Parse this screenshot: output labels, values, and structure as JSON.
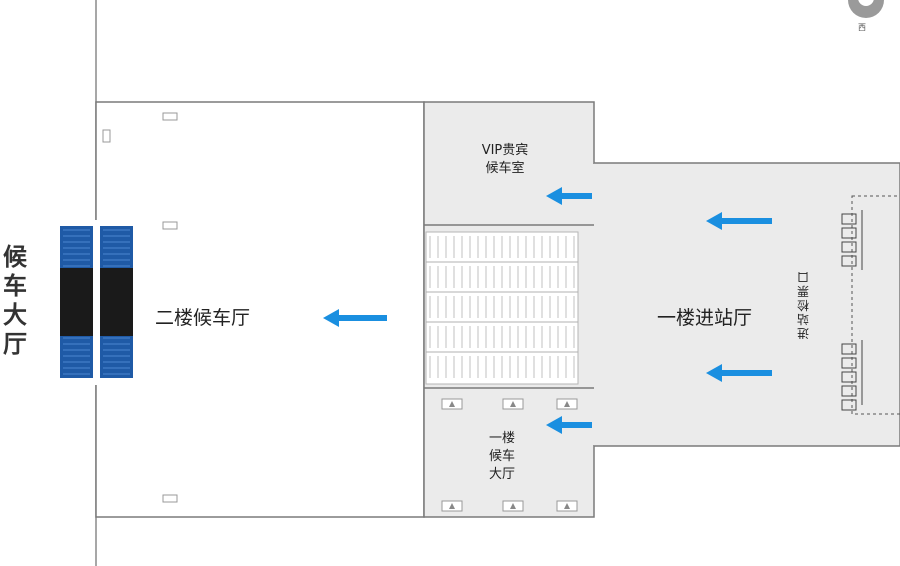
{
  "labels": {
    "side_title": "候\n车\n大\n厅",
    "second_floor_hall": "二楼候车厅",
    "vip_room": "VIP贵宾\n候车室",
    "first_floor_hall": "一楼\n候车\n大厅",
    "entry_hall": "一楼进站厅",
    "entrance": "进站检票口",
    "compass_dir": "西"
  },
  "colors": {
    "arrow": "#1a8fe0",
    "floor_gray": "#ebebeb",
    "wall": "#7a7a7a",
    "bridge_blue": "#1f5aa6",
    "bridge_dark": "#1a1a1a"
  },
  "icons": [
    "arrow-left-icon",
    "elevator-icon",
    "compass-icon",
    "turnstile-icon"
  ]
}
